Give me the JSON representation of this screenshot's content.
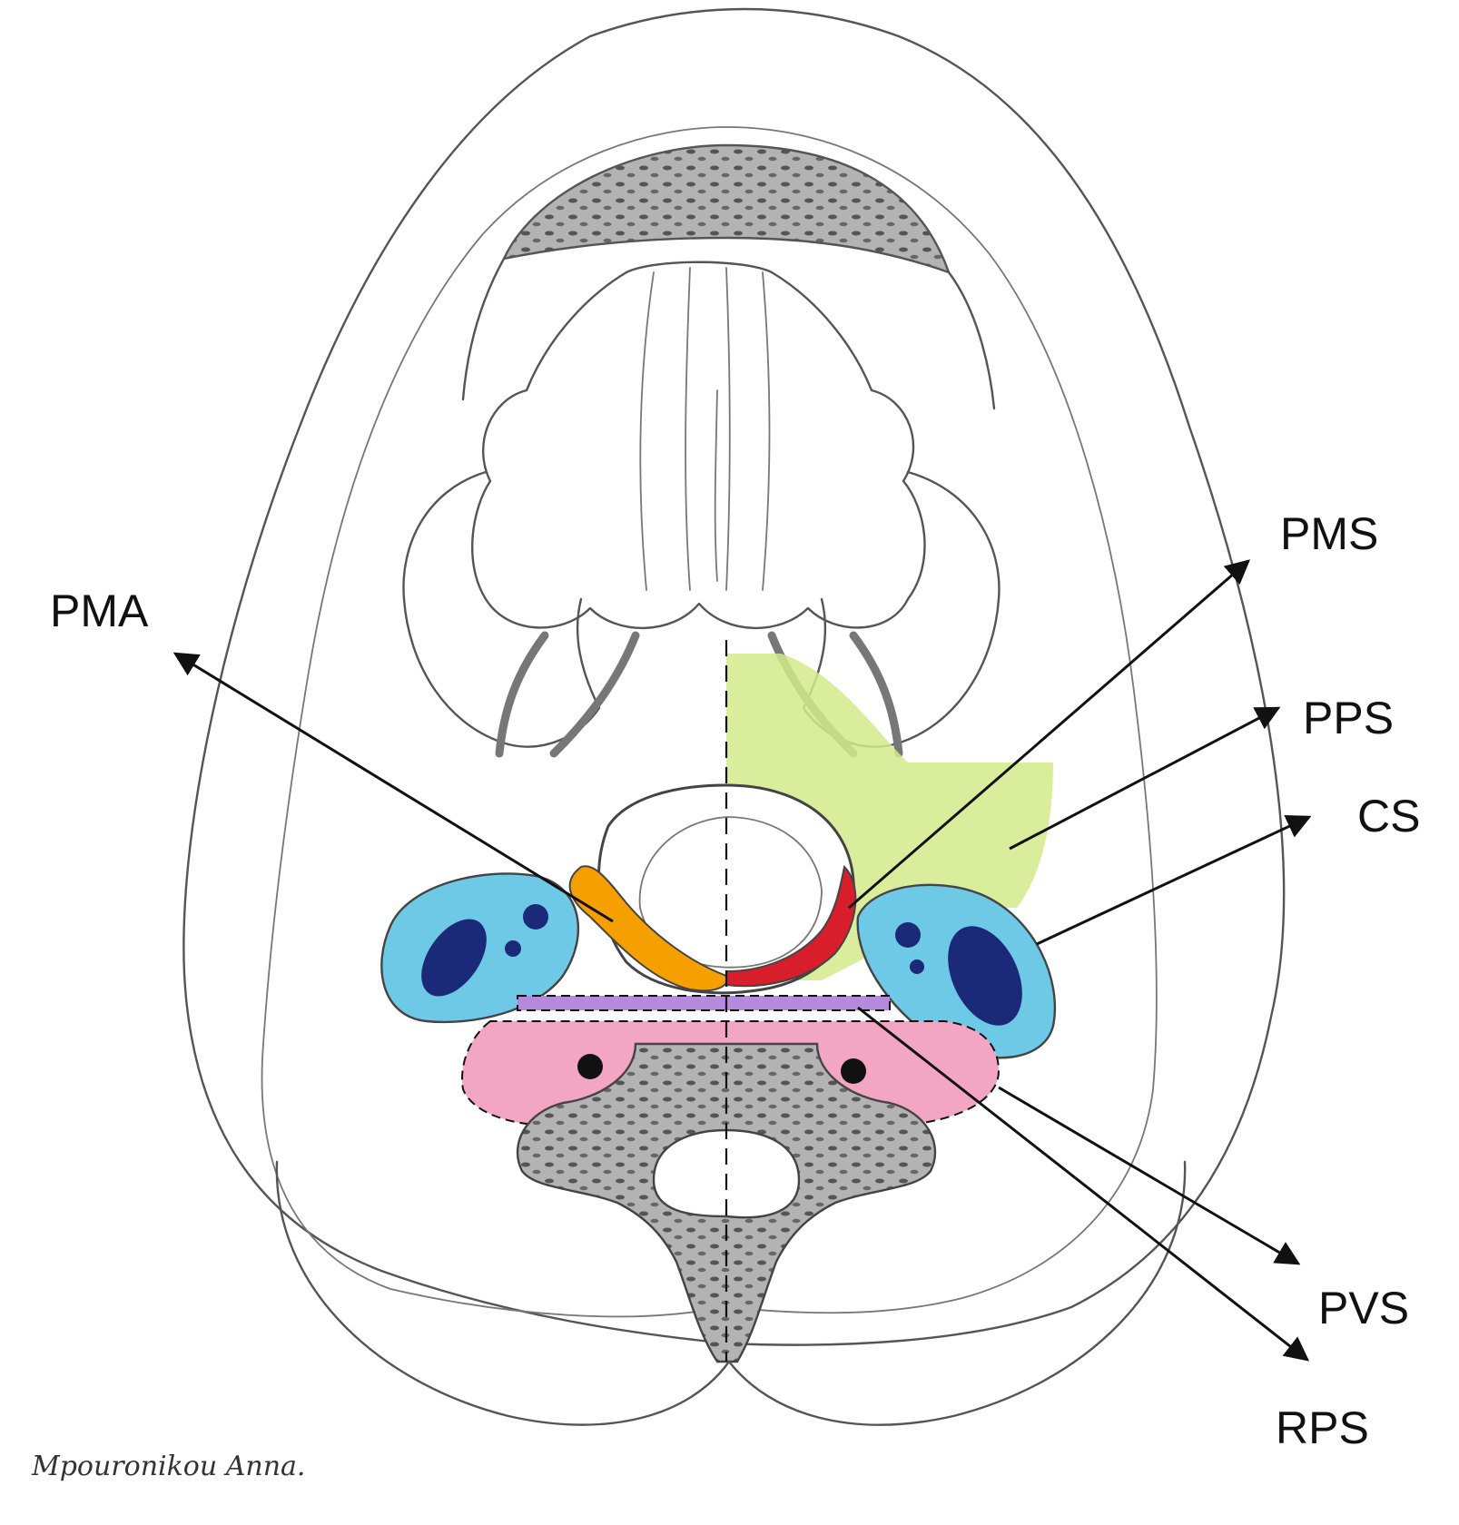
{
  "labels": {
    "pma": "PMA",
    "pms": "PMS",
    "pps": "PPS",
    "cs": "CS",
    "pvs": "PVS",
    "rps": "RPS"
  },
  "signature": "Mpouronikou Anna.",
  "colors": {
    "pms_red": "#d81e2a",
    "pma_orange": "#f5a000",
    "pps_green": "#d4ea8c",
    "cs_cyan": "#6ec9e6",
    "cs_vessel": "#1b2a78",
    "rps_purple": "#b48adc",
    "pvs_pink": "#f2a6c4",
    "bone_gray": "#9a9a9a",
    "line": "#111111"
  }
}
